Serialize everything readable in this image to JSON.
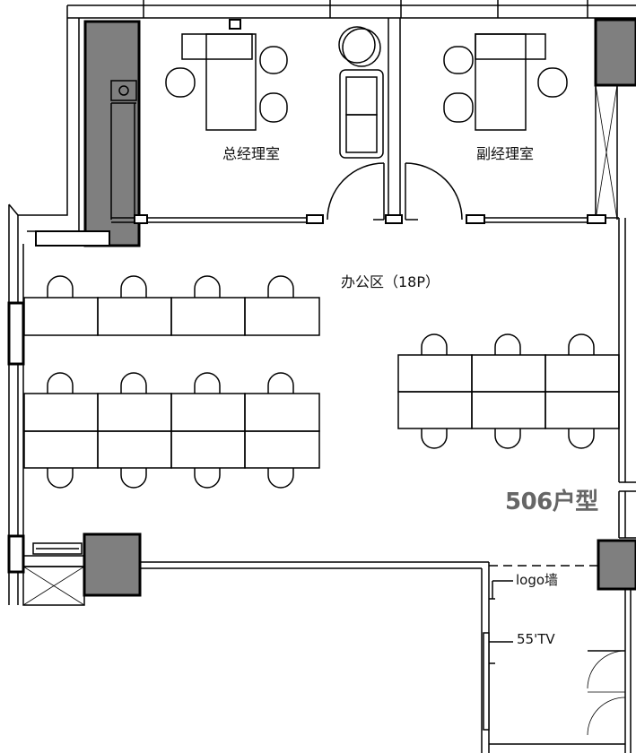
{
  "labels": {
    "gm_office": "总经理室",
    "deputy_office": "副经理室",
    "office_area": "办公区（18P）",
    "unit_type": "506户型",
    "logo_wall": "logo墙",
    "tv": "55'TV"
  },
  "colors": {
    "column_fill": "#7f7f7f",
    "line": "#000000",
    "background": "#ffffff"
  }
}
